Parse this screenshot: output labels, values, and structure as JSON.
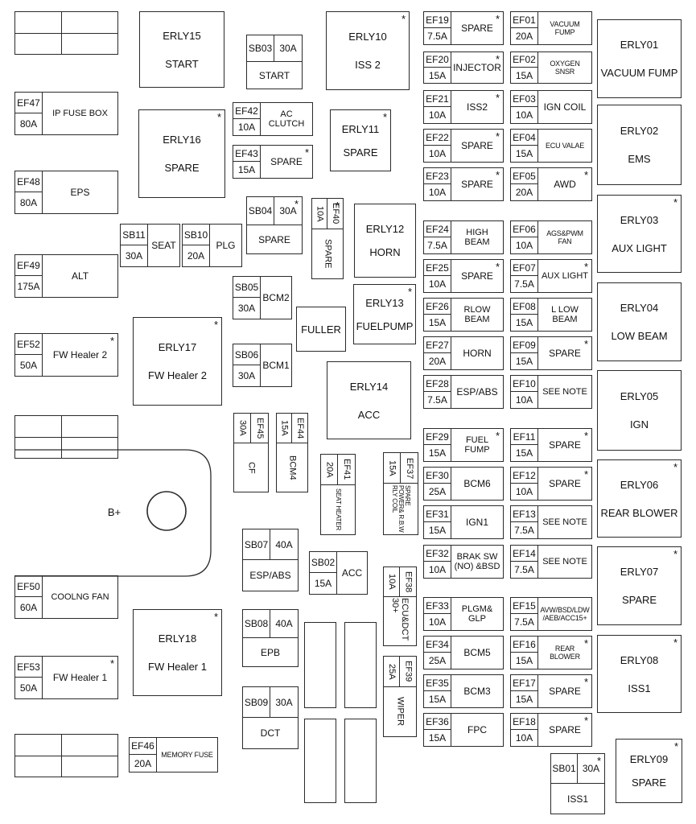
{
  "relays": [
    {
      "id": "ERLY15",
      "name": "START",
      "star": false
    },
    {
      "id": "ERLY10",
      "name": "ISS 2",
      "star": true
    },
    {
      "id": "ERLY16",
      "name": "SPARE",
      "star": true
    },
    {
      "id": "ERLY11",
      "name": "SPARE",
      "star": true
    },
    {
      "id": "ERLY12",
      "name": "HORN",
      "star": false
    },
    {
      "id": "ERLY13",
      "name": "FUELPUMP",
      "star": true
    },
    {
      "id": "ERLY17",
      "name": "FW Healer 2",
      "star": true
    },
    {
      "id": "ERLY14",
      "name": "ACC",
      "star": false
    },
    {
      "id": "ERLY18",
      "name": "FW Healer 1",
      "star": true
    },
    {
      "id": "ERLY01",
      "name": "VACUUM FUMP",
      "star": false
    },
    {
      "id": "ERLY02",
      "name": "EMS",
      "star": false
    },
    {
      "id": "ERLY03",
      "name": "AUX LIGHT",
      "star": true
    },
    {
      "id": "ERLY04",
      "name": "LOW BEAM",
      "star": false
    },
    {
      "id": "ERLY05",
      "name": "IGN",
      "star": false
    },
    {
      "id": "ERLY06",
      "name": "REAR BLOWER",
      "star": true
    },
    {
      "id": "ERLY07",
      "name": "SPARE",
      "star": true
    },
    {
      "id": "ERLY08",
      "name": "ISS1",
      "star": true
    },
    {
      "id": "ERLY09",
      "name": "SPARE",
      "star": true
    }
  ],
  "fuses": [
    {
      "id": "EF47",
      "amp": "80A",
      "name": "IP FUSE BOX",
      "star": false
    },
    {
      "id": "EF48",
      "amp": "80A",
      "name": "EPS",
      "star": false
    },
    {
      "id": "EF49",
      "amp": "175A",
      "name": "ALT",
      "star": false
    },
    {
      "id": "EF52",
      "amp": "50A",
      "name": "FW Healer 2",
      "star": true
    },
    {
      "id": "EF50",
      "amp": "60A",
      "name": "COOLNG FAN",
      "star": false
    },
    {
      "id": "EF53",
      "amp": "50A",
      "name": "FW Healer 1",
      "star": true
    },
    {
      "id": "EF46",
      "amp": "20A",
      "name": "MEMORY FUSE",
      "star": false
    },
    {
      "id": "EF42",
      "amp": "10A",
      "name": "AC CLUTCH",
      "star": false
    },
    {
      "id": "EF43",
      "amp": "15A",
      "name": "SPARE",
      "star": true
    },
    {
      "id": "EF19",
      "amp": "7.5A",
      "name": "SPARE",
      "star": true
    },
    {
      "id": "EF20",
      "amp": "15A",
      "name": "INJECTOR",
      "star": true
    },
    {
      "id": "EF21",
      "amp": "10A",
      "name": "ISS2",
      "star": true
    },
    {
      "id": "EF22",
      "amp": "10A",
      "name": "SPARE",
      "star": true
    },
    {
      "id": "EF23",
      "amp": "10A",
      "name": "SPARE",
      "star": true
    },
    {
      "id": "EF24",
      "amp": "7.5A",
      "name": "HIGH BEAM",
      "star": false
    },
    {
      "id": "EF25",
      "amp": "10A",
      "name": "SPARE",
      "star": true
    },
    {
      "id": "EF26",
      "amp": "15A",
      "name": "RLOW BEAM",
      "star": false
    },
    {
      "id": "EF27",
      "amp": "20A",
      "name": "HORN",
      "star": false
    },
    {
      "id": "EF28",
      "amp": "7.5A",
      "name": "ESP/ABS",
      "star": false
    },
    {
      "id": "EF29",
      "amp": "15A",
      "name": "FUEL FUMP",
      "star": true
    },
    {
      "id": "EF30",
      "amp": "25A",
      "name": "BCM6",
      "star": false
    },
    {
      "id": "EF31",
      "amp": "15A",
      "name": "IGN1",
      "star": false
    },
    {
      "id": "EF32",
      "amp": "10A",
      "name": "BRAK SW (NO) &BSD",
      "star": false
    },
    {
      "id": "EF33",
      "amp": "10A",
      "name": "PLGM& GLP",
      "star": false
    },
    {
      "id": "EF34",
      "amp": "25A",
      "name": "BCM5",
      "star": false
    },
    {
      "id": "EF35",
      "amp": "15A",
      "name": "BCM3",
      "star": false
    },
    {
      "id": "EF36",
      "amp": "15A",
      "name": "FPC",
      "star": false
    },
    {
      "id": "EF01",
      "amp": "20A",
      "name": "VACUUM FUMP",
      "star": false
    },
    {
      "id": "EF02",
      "amp": "15A",
      "name": "OXYGEN SNSR",
      "star": false
    },
    {
      "id": "EF03",
      "amp": "10A",
      "name": "IGN COIL",
      "star": false
    },
    {
      "id": "EF04",
      "amp": "15A",
      "name": "ECU VALAE",
      "star": false
    },
    {
      "id": "EF05",
      "amp": "20A",
      "name": "AWD",
      "star": true
    },
    {
      "id": "EF06",
      "amp": "10A",
      "name": "AGS&PWM FAN",
      "star": false
    },
    {
      "id": "EF07",
      "amp": "7.5A",
      "name": "AUX LIGHT",
      "star": true
    },
    {
      "id": "EF08",
      "amp": "15A",
      "name": "L LOW BEAM",
      "star": false
    },
    {
      "id": "EF09",
      "amp": "15A",
      "name": "SPARE",
      "star": true
    },
    {
      "id": "EF10",
      "amp": "10A",
      "name": "SEE NOTE",
      "star": false
    },
    {
      "id": "EF11",
      "amp": "15A",
      "name": "SPARE",
      "star": true
    },
    {
      "id": "EF12",
      "amp": "10A",
      "name": "SPARE",
      "star": true
    },
    {
      "id": "EF13",
      "amp": "7.5A",
      "name": "SEE NOTE",
      "star": false
    },
    {
      "id": "EF14",
      "amp": "7.5A",
      "name": "SEE NOTE",
      "star": false
    },
    {
      "id": "EF15",
      "amp": "7.5A",
      "name": "AVW/BSD/LDW /AEB/ACC15+",
      "star": false
    },
    {
      "id": "EF16",
      "amp": "15A",
      "name": "REAR BLOWER",
      "star": true
    },
    {
      "id": "EF17",
      "amp": "15A",
      "name": "SPARE",
      "star": true
    },
    {
      "id": "EF18",
      "amp": "10A",
      "name": "SPARE",
      "star": true
    }
  ],
  "vertical_fuses": [
    {
      "id": "EF40",
      "amp": "10A",
      "name": "SPARE",
      "star": true
    },
    {
      "id": "EF45",
      "amp": "30A",
      "name": "CF",
      "star": false
    },
    {
      "id": "EF44",
      "amp": "15A",
      "name": "BCM4",
      "star": false
    },
    {
      "id": "EF41",
      "amp": "20A",
      "name": "SEAT HEATER",
      "star": false
    },
    {
      "id": "EF37",
      "amp": "15A",
      "name": "SPARE POWER& R.B.W RLY COIL",
      "star": false
    },
    {
      "id": "EF38",
      "amp": "10A",
      "name": "ECU&DCT 30+",
      "star": false
    },
    {
      "id": "EF39",
      "amp": "25A",
      "name": "WIPER",
      "star": false
    }
  ],
  "side_fuses": [
    {
      "id": "SB11",
      "amp": "30A",
      "name": "SEAT"
    },
    {
      "id": "SB10",
      "amp": "20A",
      "name": "PLG"
    },
    {
      "id": "SB05",
      "amp": "30A",
      "name": "BCM2"
    },
    {
      "id": "SB06",
      "amp": "30A",
      "name": "BCM1"
    },
    {
      "id": "SB02",
      "amp": "15A",
      "name": "ACC"
    }
  ],
  "stacked_fuses": [
    {
      "id": "SB03",
      "amp": "30A",
      "name": "START",
      "star": false
    },
    {
      "id": "SB04",
      "amp": "30A",
      "name": "SPARE",
      "star": true
    },
    {
      "id": "SB07",
      "amp": "40A",
      "name": "ESP/ABS",
      "star": false
    },
    {
      "id": "SB08",
      "amp": "40A",
      "name": "EPB",
      "star": false
    },
    {
      "id": "SB09",
      "amp": "30A",
      "name": "DCT",
      "star": false
    },
    {
      "id": "SB01",
      "amp": "30A",
      "name": "ISS1",
      "star": true
    }
  ],
  "labels": {
    "fuller": "FULLER",
    "battery": "B+"
  },
  "star_symbol": "*"
}
